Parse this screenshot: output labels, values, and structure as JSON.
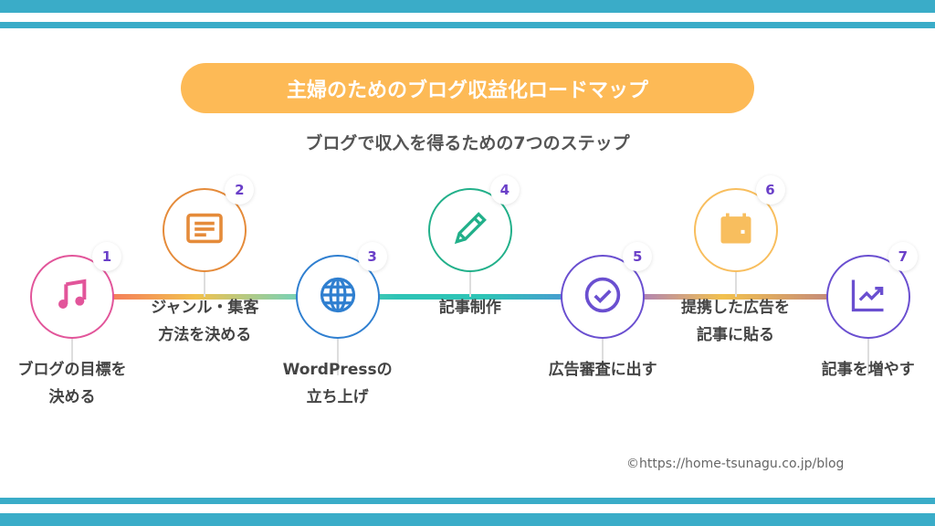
{
  "title": "主婦のためのブログ収益化ロードマップ",
  "subtitle": "ブログで収入を得るための7つのステップ",
  "steps": [
    {
      "number": "1",
      "label": "ブログの目標を\n決める",
      "icon": "music-note-icon",
      "color": "#E2559A"
    },
    {
      "number": "2",
      "label": "ジャンル・集客\n方法を決める",
      "icon": "document-icon",
      "color": "#E58B3A"
    },
    {
      "number": "3",
      "label": "WordPressの\n立ち上げ",
      "icon": "globe-icon",
      "color": "#2F7FD0"
    },
    {
      "number": "4",
      "label": "記事制作",
      "icon": "pencil-icon",
      "color": "#22B08A"
    },
    {
      "number": "5",
      "label": "広告審査に出す",
      "icon": "check-circle-icon",
      "color": "#6A4FD0"
    },
    {
      "number": "6",
      "label": "提携した広告を\n記事に貼る",
      "icon": "calendar-icon",
      "color": "#F8BE5E"
    },
    {
      "number": "7",
      "label": "記事を増やす",
      "icon": "chart-line-icon",
      "color": "#6A4FD0"
    }
  ],
  "copyright": "©https://home-tsunagu.co.jp/blog"
}
